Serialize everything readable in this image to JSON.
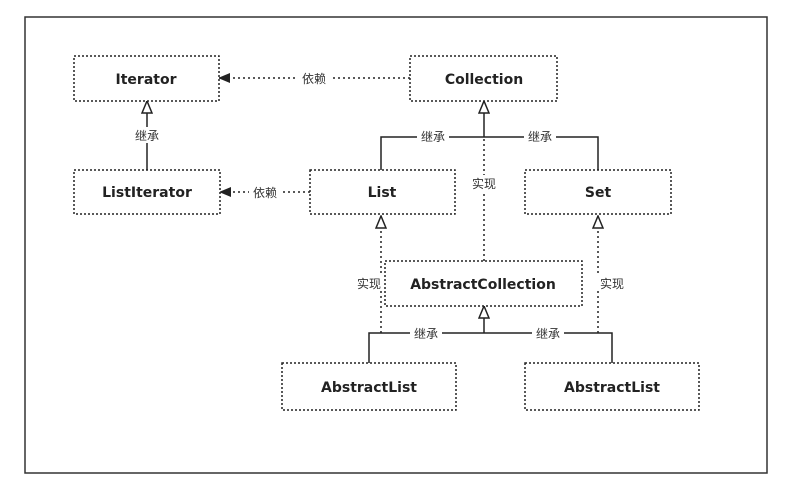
{
  "nodes": {
    "iterator": "Iterator",
    "collection": "Collection",
    "list_iterator": "ListIterator",
    "list": "List",
    "set": "Set",
    "abstract_collection": "AbstractCollection",
    "abstract_list_left": "AbstractList",
    "abstract_list_right": "AbstractList"
  },
  "edges": {
    "collection_depends_iterator": "依赖",
    "list_iterator_inherits_iterator": "继承",
    "list_depends_list_iterator": "依赖",
    "list_inherits_collection": "继承",
    "set_inherits_collection": "继承",
    "abstract_collection_implements_collection": "实现",
    "abstract_list_left_implements_list": "实现",
    "abstract_list_right_implements_set": "实现",
    "abstract_list_left_inherits_abstract_collection": "继承",
    "abstract_list_right_inherits_abstract_collection": "继承"
  },
  "colors": {
    "line": "#222222",
    "box_border": "#222222",
    "frame_border": "#333333",
    "background": "#ffffff"
  }
}
